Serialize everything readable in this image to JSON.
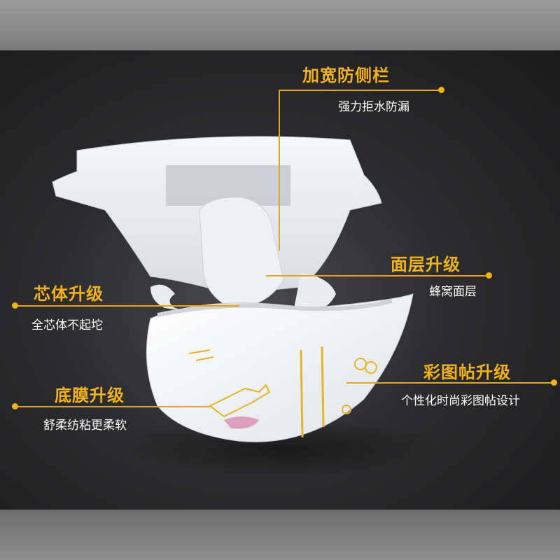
{
  "callouts": {
    "side_barrier": {
      "title": "加宽防侧栏",
      "subtitle": "强力拒水防漏"
    },
    "top_layer": {
      "title": "面层升级",
      "subtitle": "蜂窝面层"
    },
    "core": {
      "title": "芯体升级",
      "subtitle": "全芯体不起坨"
    },
    "tape": {
      "title": "彩图帖升级",
      "subtitle": "个性化时尚彩图帖设计"
    },
    "backsheet": {
      "title": "底膜升级",
      "subtitle": "舒柔纺粘更柔软"
    }
  },
  "colors": {
    "accent": "#f2b21c",
    "text": "#ffffff",
    "background": "#2c2c2e"
  }
}
